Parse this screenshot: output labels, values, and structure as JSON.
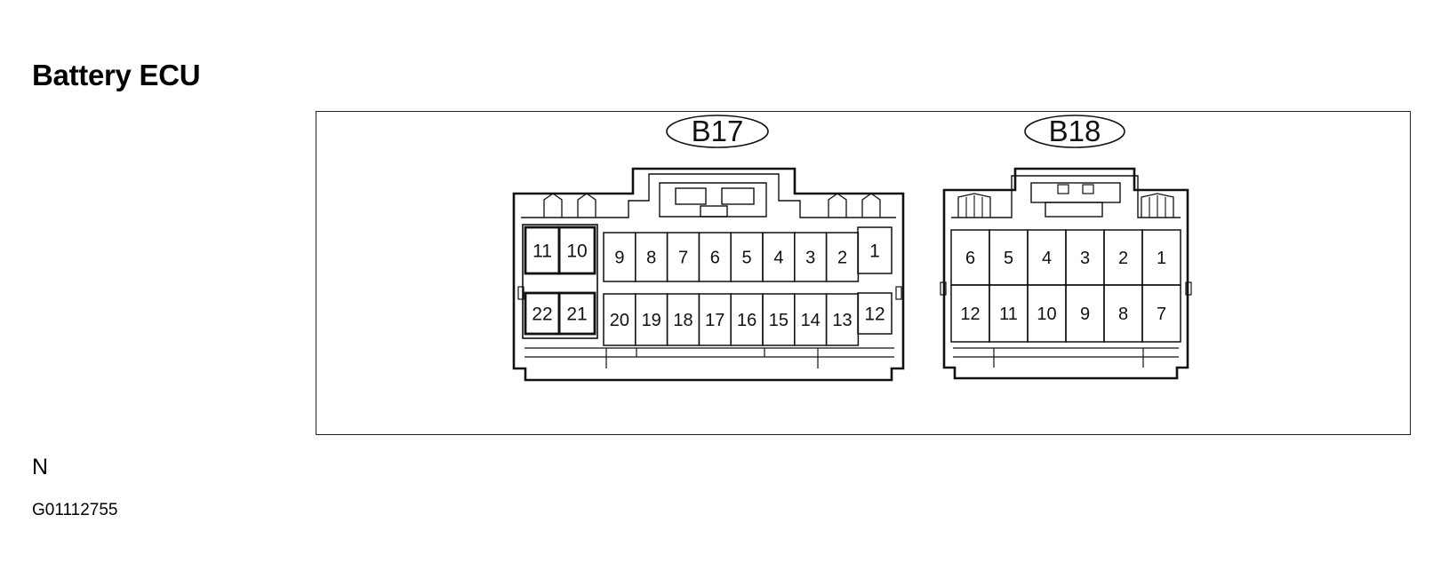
{
  "title": "Battery ECU",
  "connectors": {
    "b17": {
      "label": "B17",
      "top_pins": [
        "11",
        "10",
        "9",
        "8",
        "7",
        "6",
        "5",
        "4",
        "3",
        "2",
        "1"
      ],
      "bottom_pins": [
        "22",
        "21",
        "20",
        "19",
        "18",
        "17",
        "16",
        "15",
        "14",
        "13",
        "12"
      ]
    },
    "b18": {
      "label": "B18",
      "top_pins": [
        "6",
        "5",
        "4",
        "3",
        "2",
        "1"
      ],
      "bottom_pins": [
        "12",
        "11",
        "10",
        "9",
        "8",
        "7"
      ]
    }
  },
  "view_label": "N",
  "figure_code": "G01112755"
}
